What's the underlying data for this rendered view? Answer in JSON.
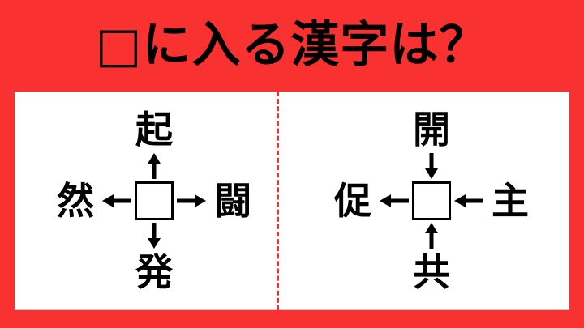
{
  "theme": {
    "background_color": "#FA3131",
    "panel_color": "#FFFFFF",
    "ink_color": "#000000",
    "divider_color": "#F03030"
  },
  "header": {
    "title": "□に入る漢字は？"
  },
  "puzzles": [
    {
      "id": "left-puzzle",
      "center": "",
      "top": {
        "kanji": "起",
        "arrow": "up",
        "direction": "outward"
      },
      "right": {
        "kanji": "闘",
        "arrow": "right",
        "direction": "outward"
      },
      "bottom": {
        "kanji": "発",
        "arrow": "down",
        "direction": "outward"
      },
      "left": {
        "kanji": "然",
        "arrow": "left",
        "direction": "outward"
      }
    },
    {
      "id": "right-puzzle",
      "center": "",
      "top": {
        "kanji": "開",
        "arrow": "down",
        "direction": "inward"
      },
      "right": {
        "kanji": "主",
        "arrow": "left",
        "direction": "inward"
      },
      "bottom": {
        "kanji": "共",
        "arrow": "up",
        "direction": "inward"
      },
      "left": {
        "kanji": "促",
        "arrow": "left",
        "direction": "outward"
      }
    }
  ]
}
